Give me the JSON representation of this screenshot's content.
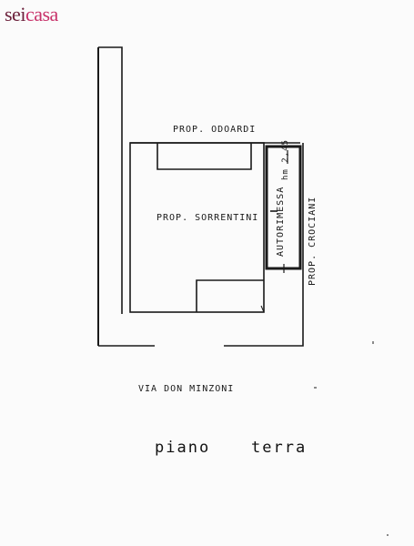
{
  "logo": {
    "part1": "sei",
    "part2": "casa"
  },
  "labels": {
    "north": "PROP. ODOARDI",
    "center": "PROP. SORRENTINI",
    "garage": "AUTORIMESSA",
    "height": "hm 2,45",
    "east": "PROP. CROCIANI",
    "street": "VIA   DON   MINZONI",
    "floor_word1": "piano",
    "floor_word2": "terra"
  },
  "colors": {
    "logo_dark": "#6b1f3a",
    "logo_accent": "#c8326a",
    "ink": "#1a1a1a"
  }
}
